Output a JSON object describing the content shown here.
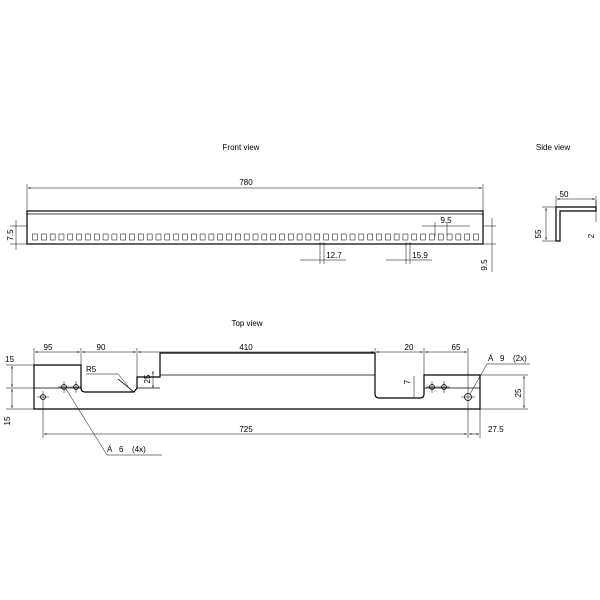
{
  "titles": {
    "front": "Front view",
    "side": "Side view",
    "top": "Top view"
  },
  "front": {
    "overall": "780",
    "height": "7.5",
    "pitch_small": "9.5",
    "bottom_right": "9.5",
    "hole_pitch_a": "12.7",
    "hole_pitch_b": "15.9",
    "slot_count": 51
  },
  "side": {
    "width": "50",
    "height": "55",
    "thickness": "2"
  },
  "top": {
    "d95": "95",
    "d90": "90",
    "d410": "410",
    "d20": "20",
    "d65": "65",
    "d15_top": "15",
    "d15_bottom": "15",
    "r5": "R5",
    "d25_mid": "25",
    "d7": "7",
    "d25_right": "25",
    "d725": "725",
    "d27_5": "27.5",
    "hole9_sym": "Á",
    "hole9_size": "9",
    "hole9_qty": "(2x)",
    "hole6_sym": "Á",
    "hole6_size": "6",
    "hole6_qty": "(4x)"
  }
}
